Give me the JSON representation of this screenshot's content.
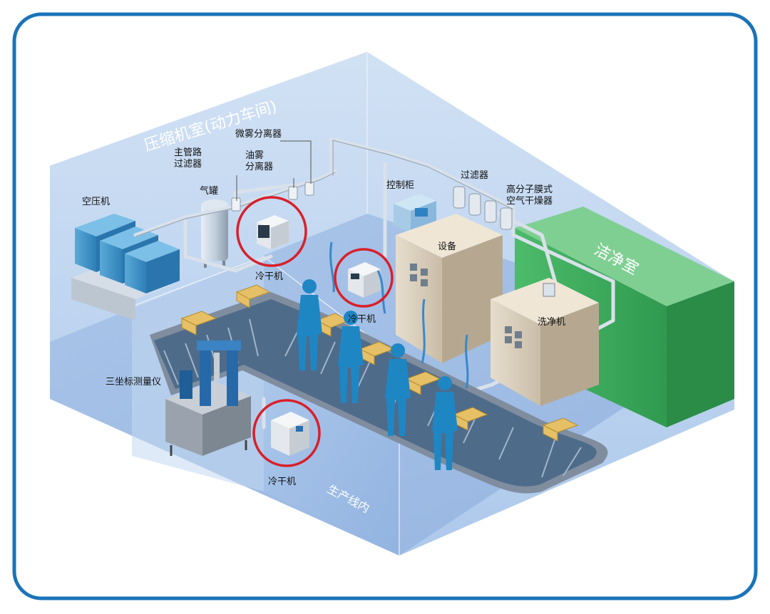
{
  "zones": {
    "power_room": "压缩机室(动力车间)",
    "clean_room": "洁净室",
    "production_line": "生产线内"
  },
  "labels": {
    "air_compressor": "空压机",
    "air_tank": "气罐",
    "main_line_filter": "主管路\n过滤器",
    "oil_mist_separator": "油雾\n分离器",
    "micro_mist_separator": "微雾分离器",
    "control_cabinet": "控制柜",
    "filter": "过滤器",
    "membrane_dryer": "高分子膜式\n空气干燥器",
    "equipment": "设备",
    "washer": "洗净机",
    "cmm": "三坐标测量仪",
    "dryer_1": "冷干机",
    "dryer_2": "冷干机",
    "dryer_3": "冷干机"
  },
  "colors": {
    "frame": "#1a73b8",
    "room_fill": "#b9d3ef",
    "clean_room": "#3fae5e",
    "highlight_ring": "#d8202a",
    "worker": "#1f86c4"
  }
}
